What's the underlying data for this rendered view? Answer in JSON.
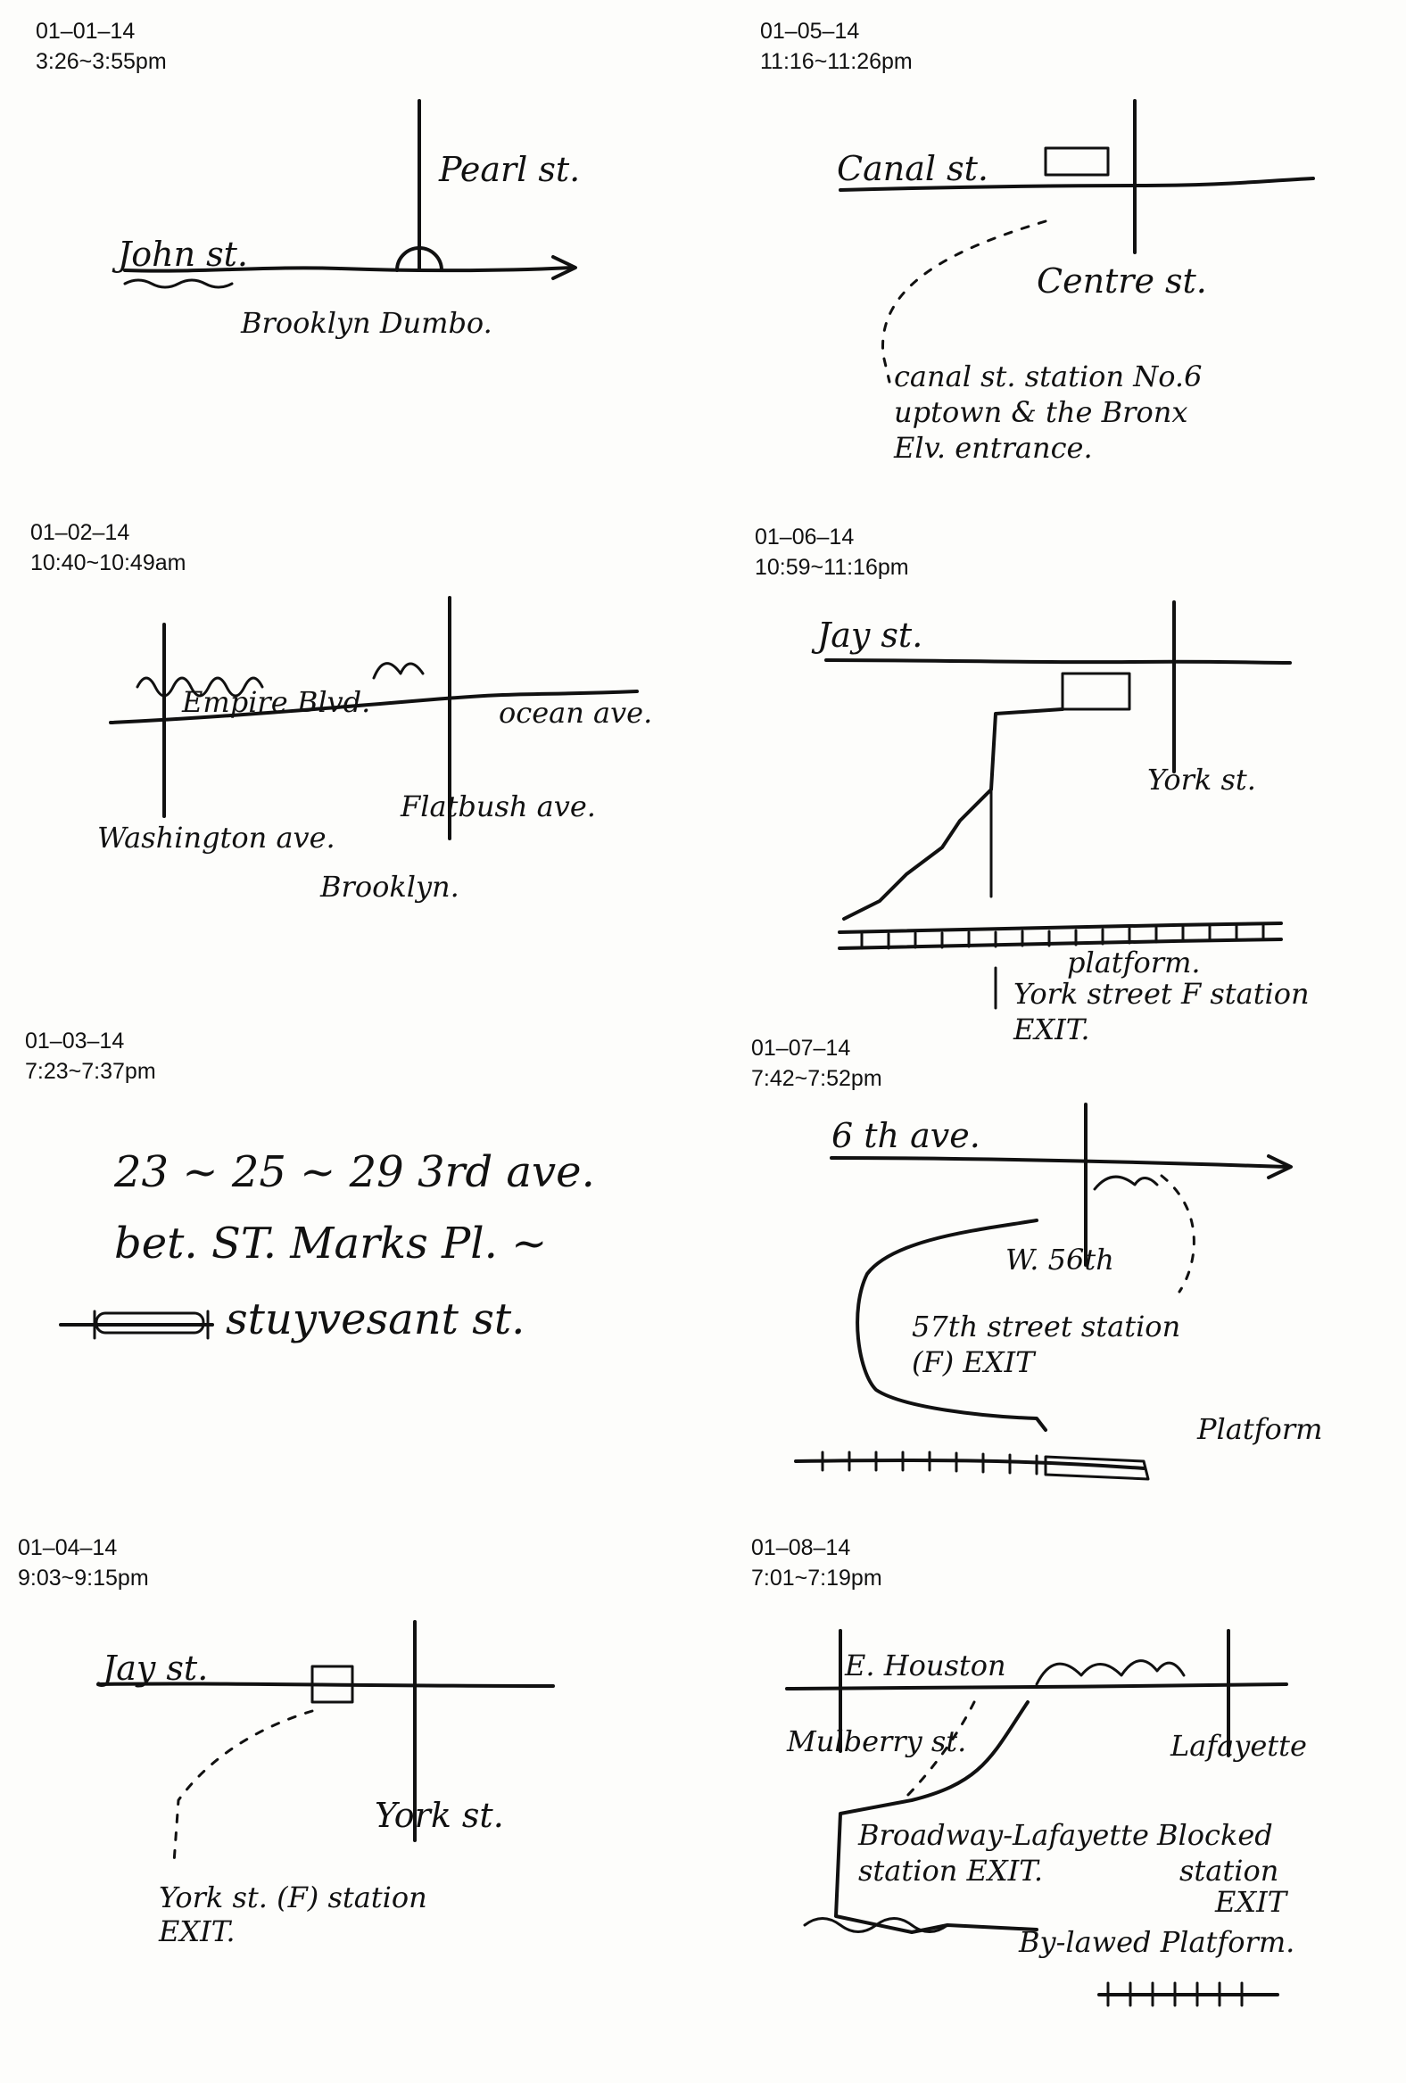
{
  "entries": [
    {
      "date": "01–01–14",
      "time": "3:26~3:55pm",
      "labels": {
        "street_a": "Pearl st.",
        "street_b": "John st.",
        "area": "Brooklyn Dumbo."
      }
    },
    {
      "date": "01–02–14",
      "time": "10:40~10:49am",
      "labels": {
        "street_a": "Empire Blvd.",
        "street_b": "ocean ave.",
        "street_c": "Flatbush ave.",
        "street_d": "Washington ave.",
        "area": "Brooklyn."
      }
    },
    {
      "date": "01–03–14",
      "time": "7:23~7:37pm",
      "labels": {
        "line1": "23 ~ 25 ~ 29  3rd ave.",
        "line2": "bet. ST. Marks Pl. ~",
        "line3": "stuyvesant st."
      }
    },
    {
      "date": "01–04–14",
      "time": "9:03~9:15pm",
      "labels": {
        "street_a": "Jay st.",
        "street_b": "York st.",
        "station": "York st. (F) station",
        "exit": "EXIT."
      }
    },
    {
      "date": "01–05–14",
      "time": "11:16~11:26pm",
      "labels": {
        "street_a": "Canal st.",
        "street_b": "Centre st.",
        "note1": "canal st. station No.6",
        "note2": "uptown & the Bronx",
        "note3": "Elv. entrance."
      }
    },
    {
      "date": "01–06–14",
      "time": "10:59~11:16pm",
      "labels": {
        "street_a": "Jay st.",
        "street_b": "York st.",
        "platform": "platform.",
        "station": "York street F station",
        "exit": "EXIT."
      }
    },
    {
      "date": "01–07–14",
      "time": "7:42~7:52pm",
      "labels": {
        "street_a": "6 th ave.",
        "street_b": "W. 56th",
        "station": "57th street station",
        "exit": "(F) EXIT",
        "platform": "Platform"
      }
    },
    {
      "date": "01–08–14",
      "time": "7:01~7:19pm",
      "labels": {
        "street_a": "E. Houston",
        "street_b": "Mulberry st.",
        "street_c": "Lafayette",
        "station": "Broadway-Lafayette",
        "exit": "station EXIT.",
        "blocked": "Blocked",
        "blocked2": "station",
        "exit2": "EXIT",
        "platform": "By-lawed Platform."
      }
    }
  ]
}
